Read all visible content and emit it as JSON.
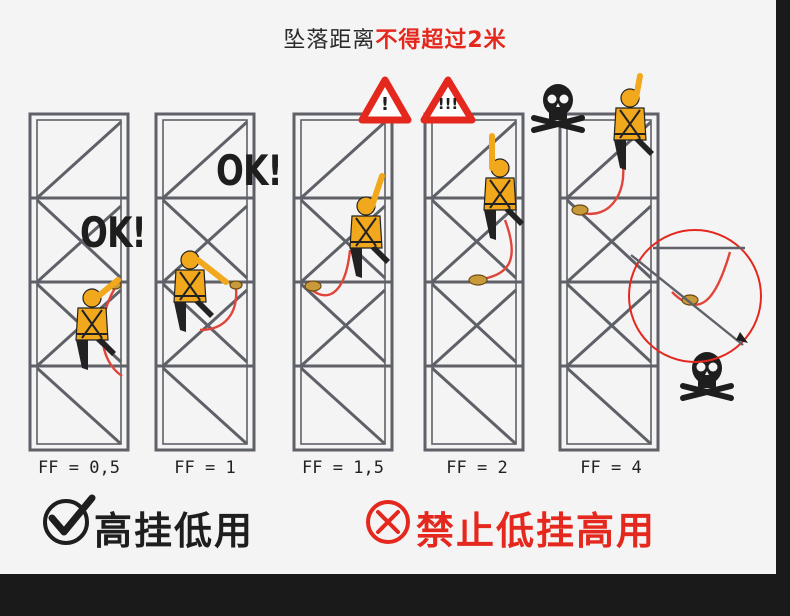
{
  "title": {
    "plain": "坠落距离",
    "highlight": "不得超过2米"
  },
  "ok_labels": [
    "OK!",
    "OK!"
  ],
  "ff_labels": [
    "FF = 0,5",
    "FF = 1",
    "FF = 1,5",
    "FF = 2",
    "FF = 4"
  ],
  "legend": {
    "good_text": "高挂低用",
    "bad_text": "禁止低挂高用"
  },
  "warning_signs": [
    "!",
    "!!!"
  ],
  "colors": {
    "accent_red": "#e5281e",
    "harness_yellow": "#f2a81d",
    "frame_gray": "#5f6168",
    "lanyard_red": "#e0443a"
  },
  "icons": [
    "check-icon",
    "cross-icon",
    "warning-icon",
    "skull-icon"
  ]
}
